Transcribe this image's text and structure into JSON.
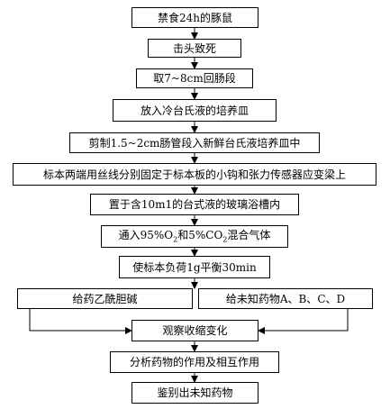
{
  "steps": {
    "s1": "禁食24h的豚鼠",
    "s2": "击头致死",
    "s3": "取7~8cm回肠段",
    "s4": "放入冷台氏液的培养皿",
    "s5": "剪制1.5~2cm肠管段入新鲜台氏液培养皿中",
    "s6": "标本两端用丝线分别固定于标本板的小钩和张力传感器应变梁上",
    "s7": "置于含10m1的台式液的玻璃浴槽内",
    "s8_pre": "通入95%O",
    "s8_sub1": "2",
    "s8_mid": "和5%CO",
    "s8_sub2": "2",
    "s8_post": "混合气体",
    "s9": "使标本负荷1g平衡30min",
    "s10a": "给药乙酰胆碱",
    "s10b": "给未知药物A、B、C、D",
    "s11": "观察收缩变化",
    "s12": "分析药物的作用及相互作用",
    "s13": "鉴别出未知药物"
  }
}
